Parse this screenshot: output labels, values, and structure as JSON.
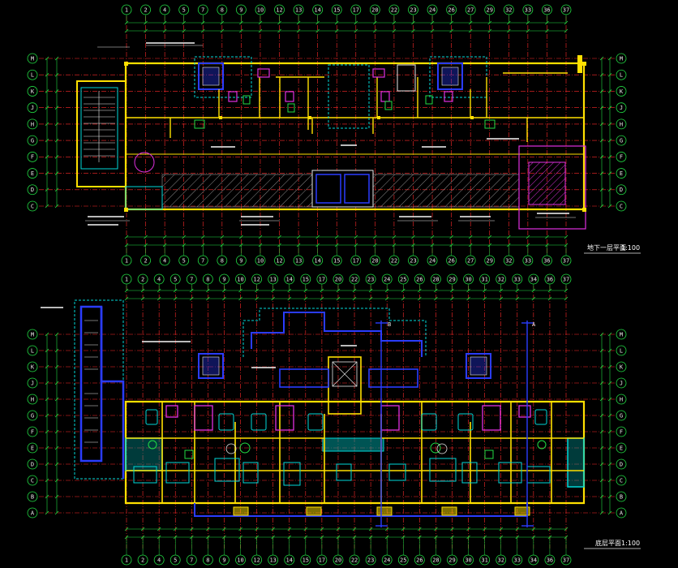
{
  "drawing": {
    "plans": [
      {
        "id": "basement",
        "title": "地下一层平面",
        "scale": "1:100",
        "col_labels": [
          "1",
          "2",
          "4",
          "5",
          "7",
          "8",
          "9",
          "10",
          "12",
          "13",
          "14",
          "15",
          "17",
          "20",
          "22",
          "23",
          "24",
          "26",
          "27",
          "29",
          "32",
          "33",
          "36",
          "37"
        ],
        "row_labels": [
          "M",
          "L",
          "K",
          "J",
          "H",
          "G",
          "F",
          "E",
          "D",
          "C"
        ]
      },
      {
        "id": "ground",
        "title": "底层平面",
        "scale": "1:100",
        "col_labels": [
          "1",
          "2",
          "4",
          "5",
          "7",
          "8",
          "9",
          "10",
          "12",
          "13",
          "14",
          "15",
          "17",
          "20",
          "22",
          "23",
          "24",
          "25",
          "26",
          "28",
          "29",
          "30",
          "31",
          "32",
          "33",
          "34",
          "36",
          "37"
        ],
        "row_labels": [
          "M",
          "L",
          "K",
          "J",
          "H",
          "G",
          "F",
          "E",
          "D",
          "C",
          "B",
          "A"
        ]
      }
    ],
    "section_marks": [
      "B",
      "A"
    ],
    "colors": {
      "background": "#000000",
      "wall": "#ffe000",
      "axis_red": "#ff2a2a",
      "dim_green": "#22dd44",
      "cyan": "#00d8d8",
      "magenta": "#e030e0",
      "blue": "#2a3cff",
      "white": "#e8e8e8",
      "hatch": "#9a9a9a"
    }
  }
}
